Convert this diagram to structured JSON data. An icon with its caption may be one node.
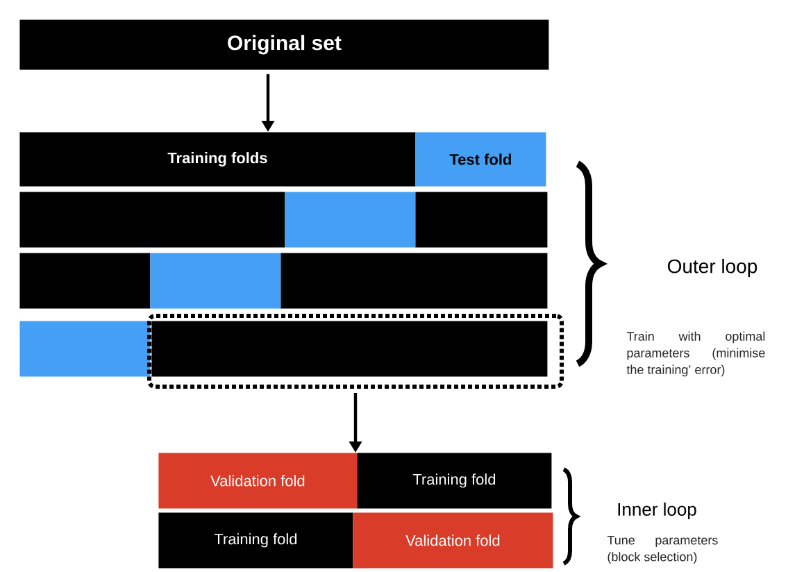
{
  "diagram": {
    "nodes": [
      {
        "text": [
          "Original set"
        ]
      },
      {
        "text": [
          "Training folds"
        ]
      },
      {
        "text": [
          "Test fold"
        ]
      },
      {
        "text": [],
        "shape": "bar"
      },
      {
        "text": [],
        "shape": "bar"
      },
      {
        "text": [],
        "shape": "bar"
      },
      {
        "text": [],
        "shape": "bar"
      },
      {
        "text": [],
        "shape": "bar"
      },
      {
        "text": [],
        "shape": "bar"
      },
      {
        "text": [],
        "shape": "bar"
      },
      {
        "text": [],
        "shape": "box"
      },
      {
        "text": [],
        "shape": "bar",
        "in": 10
      },
      {
        "text": [
          "Validation fold"
        ]
      },
      {
        "text": [
          "Training fold"
        ]
      },
      {
        "text": [
          "Training fold"
        ]
      },
      {
        "text": [
          "Validation fold"
        ]
      }
    ],
    "edges": [
      {
        "from": 0,
        "to": 1,
        "arrow": "to"
      },
      {
        "from": 10,
        "to": 12,
        "arrow": "to"
      }
    ],
    "labels": [
      "Outer loop",
      "Train with optimal parameters (minimise the training’ error)",
      "Inner loop",
      "Tune parameters (block selection)"
    ]
  }
}
